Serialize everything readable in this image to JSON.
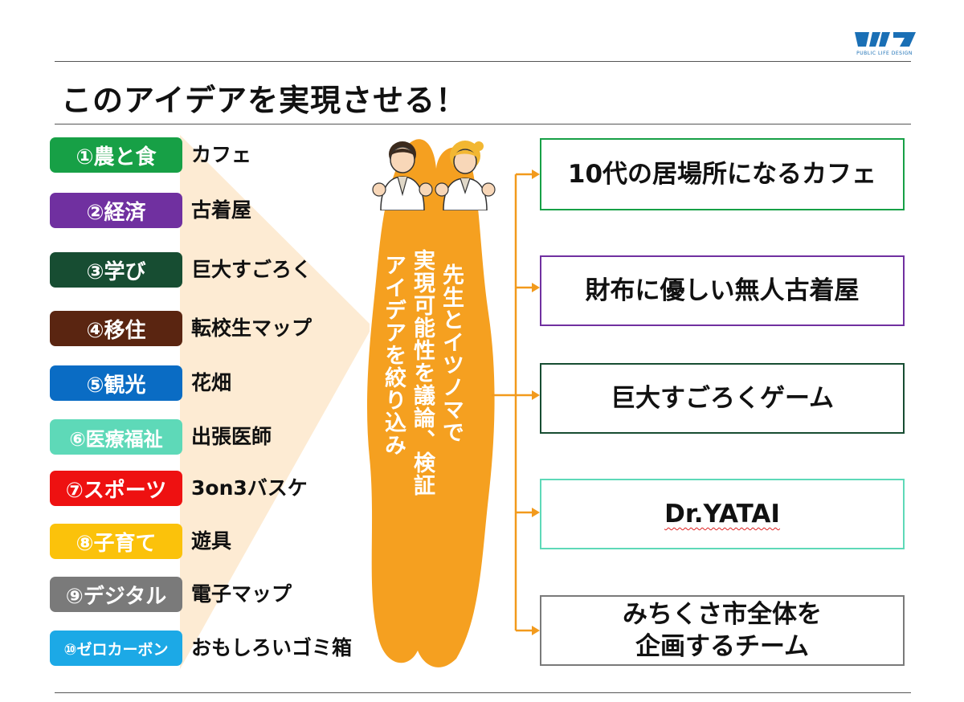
{
  "slide": {
    "title": "このアイデアを実現させる！",
    "logo_text": "PUBLIC LIFE DESIGN",
    "logo_mark": "ｲﾂﾉﾏ"
  },
  "categories": [
    {
      "label": "①農と食",
      "idea": "カフェ",
      "color": "#17a046"
    },
    {
      "label": "②経済",
      "idea": "古着屋",
      "color": "#7030a0"
    },
    {
      "label": "③学び",
      "idea": "巨大すごろく",
      "color": "#174d32"
    },
    {
      "label": "④移住",
      "idea": "転校生マップ",
      "color": "#5a2511"
    },
    {
      "label": "⑤観光",
      "idea": "花畑",
      "color": "#0a6cc4"
    },
    {
      "label": "⑥医療福祉",
      "idea": "出張医師",
      "color": "#5ed9b8"
    },
    {
      "label": "⑦スポーツ",
      "idea": "3on3バスケ",
      "color": "#ee1111"
    },
    {
      "label": "⑧子育て",
      "idea": "遊具",
      "color": "#fbc20b"
    },
    {
      "label": "⑨デジタル",
      "idea": "電子マップ",
      "color": "#7a7a7a"
    },
    {
      "label": "⑩ゼロカーボン",
      "idea": "おもしろいゴミ箱",
      "color": "#1ca9e6"
    }
  ],
  "process": {
    "line1": "先生とイツノマで",
    "line2": "実現可能性を議論、検証",
    "line3": "アイデアを絞り込み"
  },
  "results": [
    {
      "text": "10代の居場所になるカフェ",
      "border": "#17a046"
    },
    {
      "text": "財布に優しい無人古着屋",
      "border": "#7030a0"
    },
    {
      "text": "巨大すごろくゲーム",
      "border": "#174d32"
    },
    {
      "text": "Dr.YATAI",
      "border": "#5ed9b8"
    },
    {
      "text": "みちくさ市全体を\n企画するチーム",
      "border": "#7a7a7a"
    }
  ],
  "colors": {
    "funnel": "#fdebd3",
    "center": "#f5a020",
    "arrow": "#f29a1c"
  }
}
